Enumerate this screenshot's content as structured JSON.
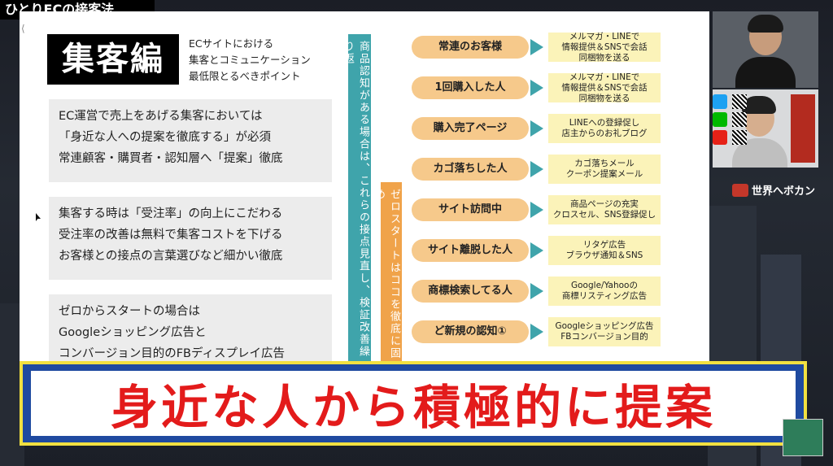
{
  "show_title": "ひとりECの接客法",
  "slide": {
    "category_title": "集客編",
    "category_subtitle": "ECサイトにおける\n集客とコミュニケーション\n最低限とるべきポイント",
    "points": [
      "EC運営で売上をあげる集客においては\n「身近な人への提案を徹底する」が必須\n常連顧客・購買者・認知層へ「提案」徹底",
      "集客する時は「受注率」の向上にこだわる\n受注率の改善は無料で集客コストを下げる\nお客様との接点の言葉選びなど細かい徹底",
      "ゼロからスタートの場合は\nGoogleショッピング広告と\nコンバージョン目的のFBディスプレイ広告"
    ],
    "vertical_note_teal": "商品認知がある場合は、これらの接点見直し、検証改善繰り返",
    "vertical_note_orange": "ゼロスタートはココを徹底に固め",
    "stages": [
      {
        "label": "常連のお客様",
        "action": "メルマガ・LINEで\n情報提供＆SNSで会話\n同梱物を送る"
      },
      {
        "label": "1回購入した人",
        "action": "メルマガ・LINEで\n情報提供＆SNSで会話\n同梱物を送る"
      },
      {
        "label": "購入完了ページ",
        "action": "LINEへの登録促し\n店主からのお礼ブログ"
      },
      {
        "label": "カゴ落ちした人",
        "action": "カゴ落ちメール\nクーポン提案メール"
      },
      {
        "label": "サイト訪問中",
        "action": "商品ページの充実\nクロスセル、SNS登録促し"
      },
      {
        "label": "サイト離脱した人",
        "action": "リタゲ広告\nブラウザ通知＆SNS"
      },
      {
        "label": "商標検索してる人",
        "action": "Google/Yahooの\n商標リスティング広告"
      },
      {
        "label": "ど新規の認知①",
        "action": "Googleショッピング広告\nFBコンバージョン目的"
      }
    ]
  },
  "brand_name": "世界へボカン",
  "caption": "身近な人から積極的に提案",
  "colors": {
    "teal": "#3fa4ab",
    "orange": "#f0a34a",
    "caption_red": "#e31b1b",
    "caption_border": "#f2e040",
    "caption_frame": "#1f4aa0"
  },
  "icons": [
    "twitter-icon",
    "line-icon",
    "youtube-icon",
    "qr-code-icon",
    "mouse-cursor-icon"
  ]
}
